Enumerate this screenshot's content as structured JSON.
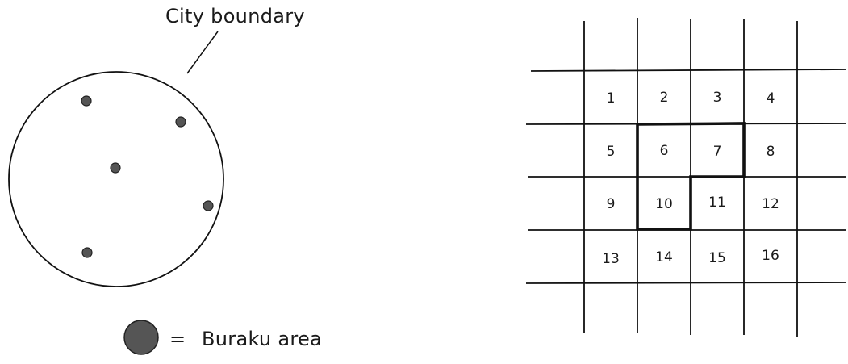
{
  "city_map": {
    "boundary_label": "City boundary",
    "legend_symbol": "=",
    "legend_label": "Buraku area",
    "marker_color": "#555555"
  },
  "grid_map": {
    "cells": [
      "1",
      "2",
      "3",
      "4",
      "5",
      "6",
      "7",
      "8",
      "9",
      "10",
      "11",
      "12",
      "13",
      "14",
      "15",
      "16"
    ],
    "highlighted_cells": [
      "6",
      "7",
      "10"
    ]
  }
}
